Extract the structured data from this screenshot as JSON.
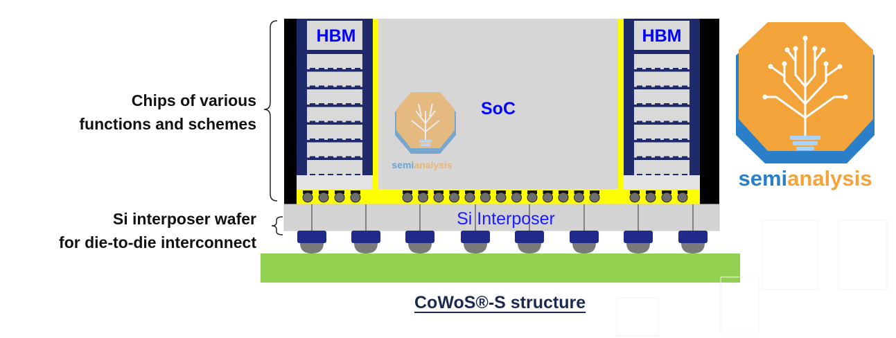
{
  "labels": {
    "chips_line1": "Chips of various",
    "chips_line2": "functions and schemes",
    "si_line1": "Si interposer wafer",
    "si_line2": "for die-to-die interconnect"
  },
  "blocks": {
    "hbm_left": "HBM",
    "hbm_right": "HBM",
    "soc": "SoC",
    "interposer": "Si Interposer"
  },
  "caption": "CoWoS®-S structure",
  "logo": {
    "brand_part1": "semi",
    "brand_part2": "analysis"
  },
  "colors": {
    "hbm_stack": "#1f2a6b",
    "hbm_layer": "#d9d9d9",
    "soc_die": "#d6d6d6",
    "underfill": "#ffff00",
    "interposer": "#d3d3d3",
    "substrate": "#92d050",
    "label_text": "#0000ff",
    "logo_orange": "#f2a43a",
    "logo_blue": "#2a7fc8"
  }
}
